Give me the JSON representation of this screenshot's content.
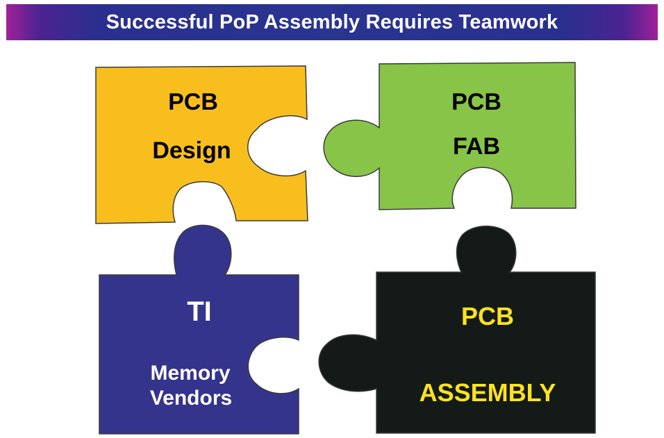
{
  "banner": {
    "title": "Successful PoP Assembly Requires Teamwork"
  },
  "pieces": {
    "pcb_design": {
      "line1": "PCB",
      "line2": "Design",
      "color": "#f8be1e",
      "text_color": "#000000"
    },
    "pcb_fab": {
      "line1": "PCB",
      "line2": "FAB",
      "color": "#87c447",
      "text_color": "#000000"
    },
    "ti_memory": {
      "line1": "TI",
      "line2": "Memory",
      "line3": "Vendors",
      "color": "#34348c",
      "text_color": "#ffffff"
    },
    "pcb_assembly": {
      "line1": "PCB",
      "line2": "ASSEMBLY",
      "color": "#141a17",
      "text_color": "#ffe21f"
    }
  }
}
